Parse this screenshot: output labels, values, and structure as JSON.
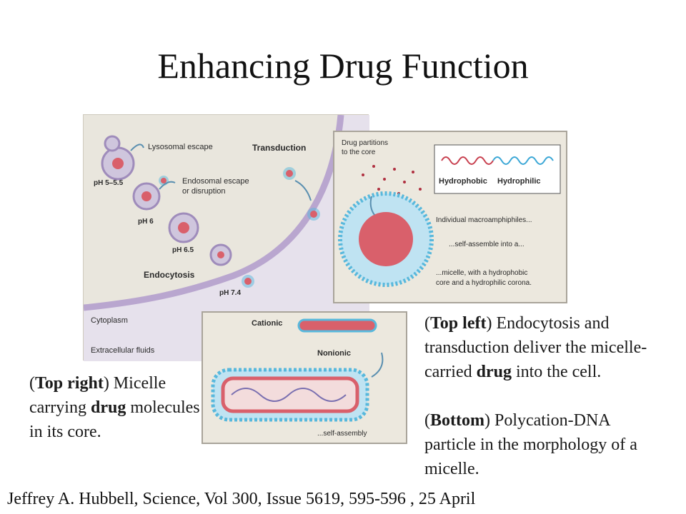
{
  "slide": {
    "title": "Enhancing Drug Function"
  },
  "figure_left": {
    "labels": {
      "lysosomal": "Lysosomal escape",
      "transduction": "Transduction",
      "endosomal_1": "Endosomal escape",
      "endosomal_2": "or disruption",
      "ph_55": "pH 5–5.5",
      "ph_6": "pH 6",
      "ph_65": "pH 6.5",
      "endocytosis": "Endocytosis",
      "ph_74": "pH 7.4",
      "cytoplasm": "Cytoplasm",
      "extracellular": "Extracellular fluids"
    }
  },
  "figure_right": {
    "labels": {
      "partitions_1": "Drug partitions",
      "partitions_2": "to the core",
      "hydrophobic": "Hydrophobic",
      "hydrophilic": "Hydrophilic",
      "macro": "Individual macroamphiphiles...",
      "self_assemble": "...self-assemble into a...",
      "micelle_1": "...micelle, with a hydrophobic",
      "micelle_2": "core and a hydrophilic corona."
    }
  },
  "figure_bottom": {
    "labels": {
      "cationic": "Cationic",
      "nonionic": "Nonionic",
      "self_assembly": "...self-assembly"
    }
  },
  "captions": {
    "top_left": {
      "open": "(",
      "head": "Top left",
      "rest1": ") Endocytosis and transduction deliver the micelle-carried ",
      "bold_word": "drug",
      "rest2": " into the cell."
    },
    "bottom": {
      "open": "(",
      "head": "Bottom",
      "rest": ") Polycation-DNA particle in the morphology of a micelle."
    },
    "top_right": {
      "open": "(",
      "head": "Top right",
      "rest1": ") Micelle carrying ",
      "bold_word": "drug",
      "rest2": " molecules in its core."
    }
  },
  "citation": "Jeffrey A. Hubbell, Science, Vol 300, Issue 5619, 595-596 , 25 April",
  "colors": {
    "vesicle_pink": "#d9606b",
    "corona_blue": "#58b8dc",
    "membrane_lilac": "#b9a6cf",
    "cytoplasm_bg": "#e9e6dd"
  }
}
